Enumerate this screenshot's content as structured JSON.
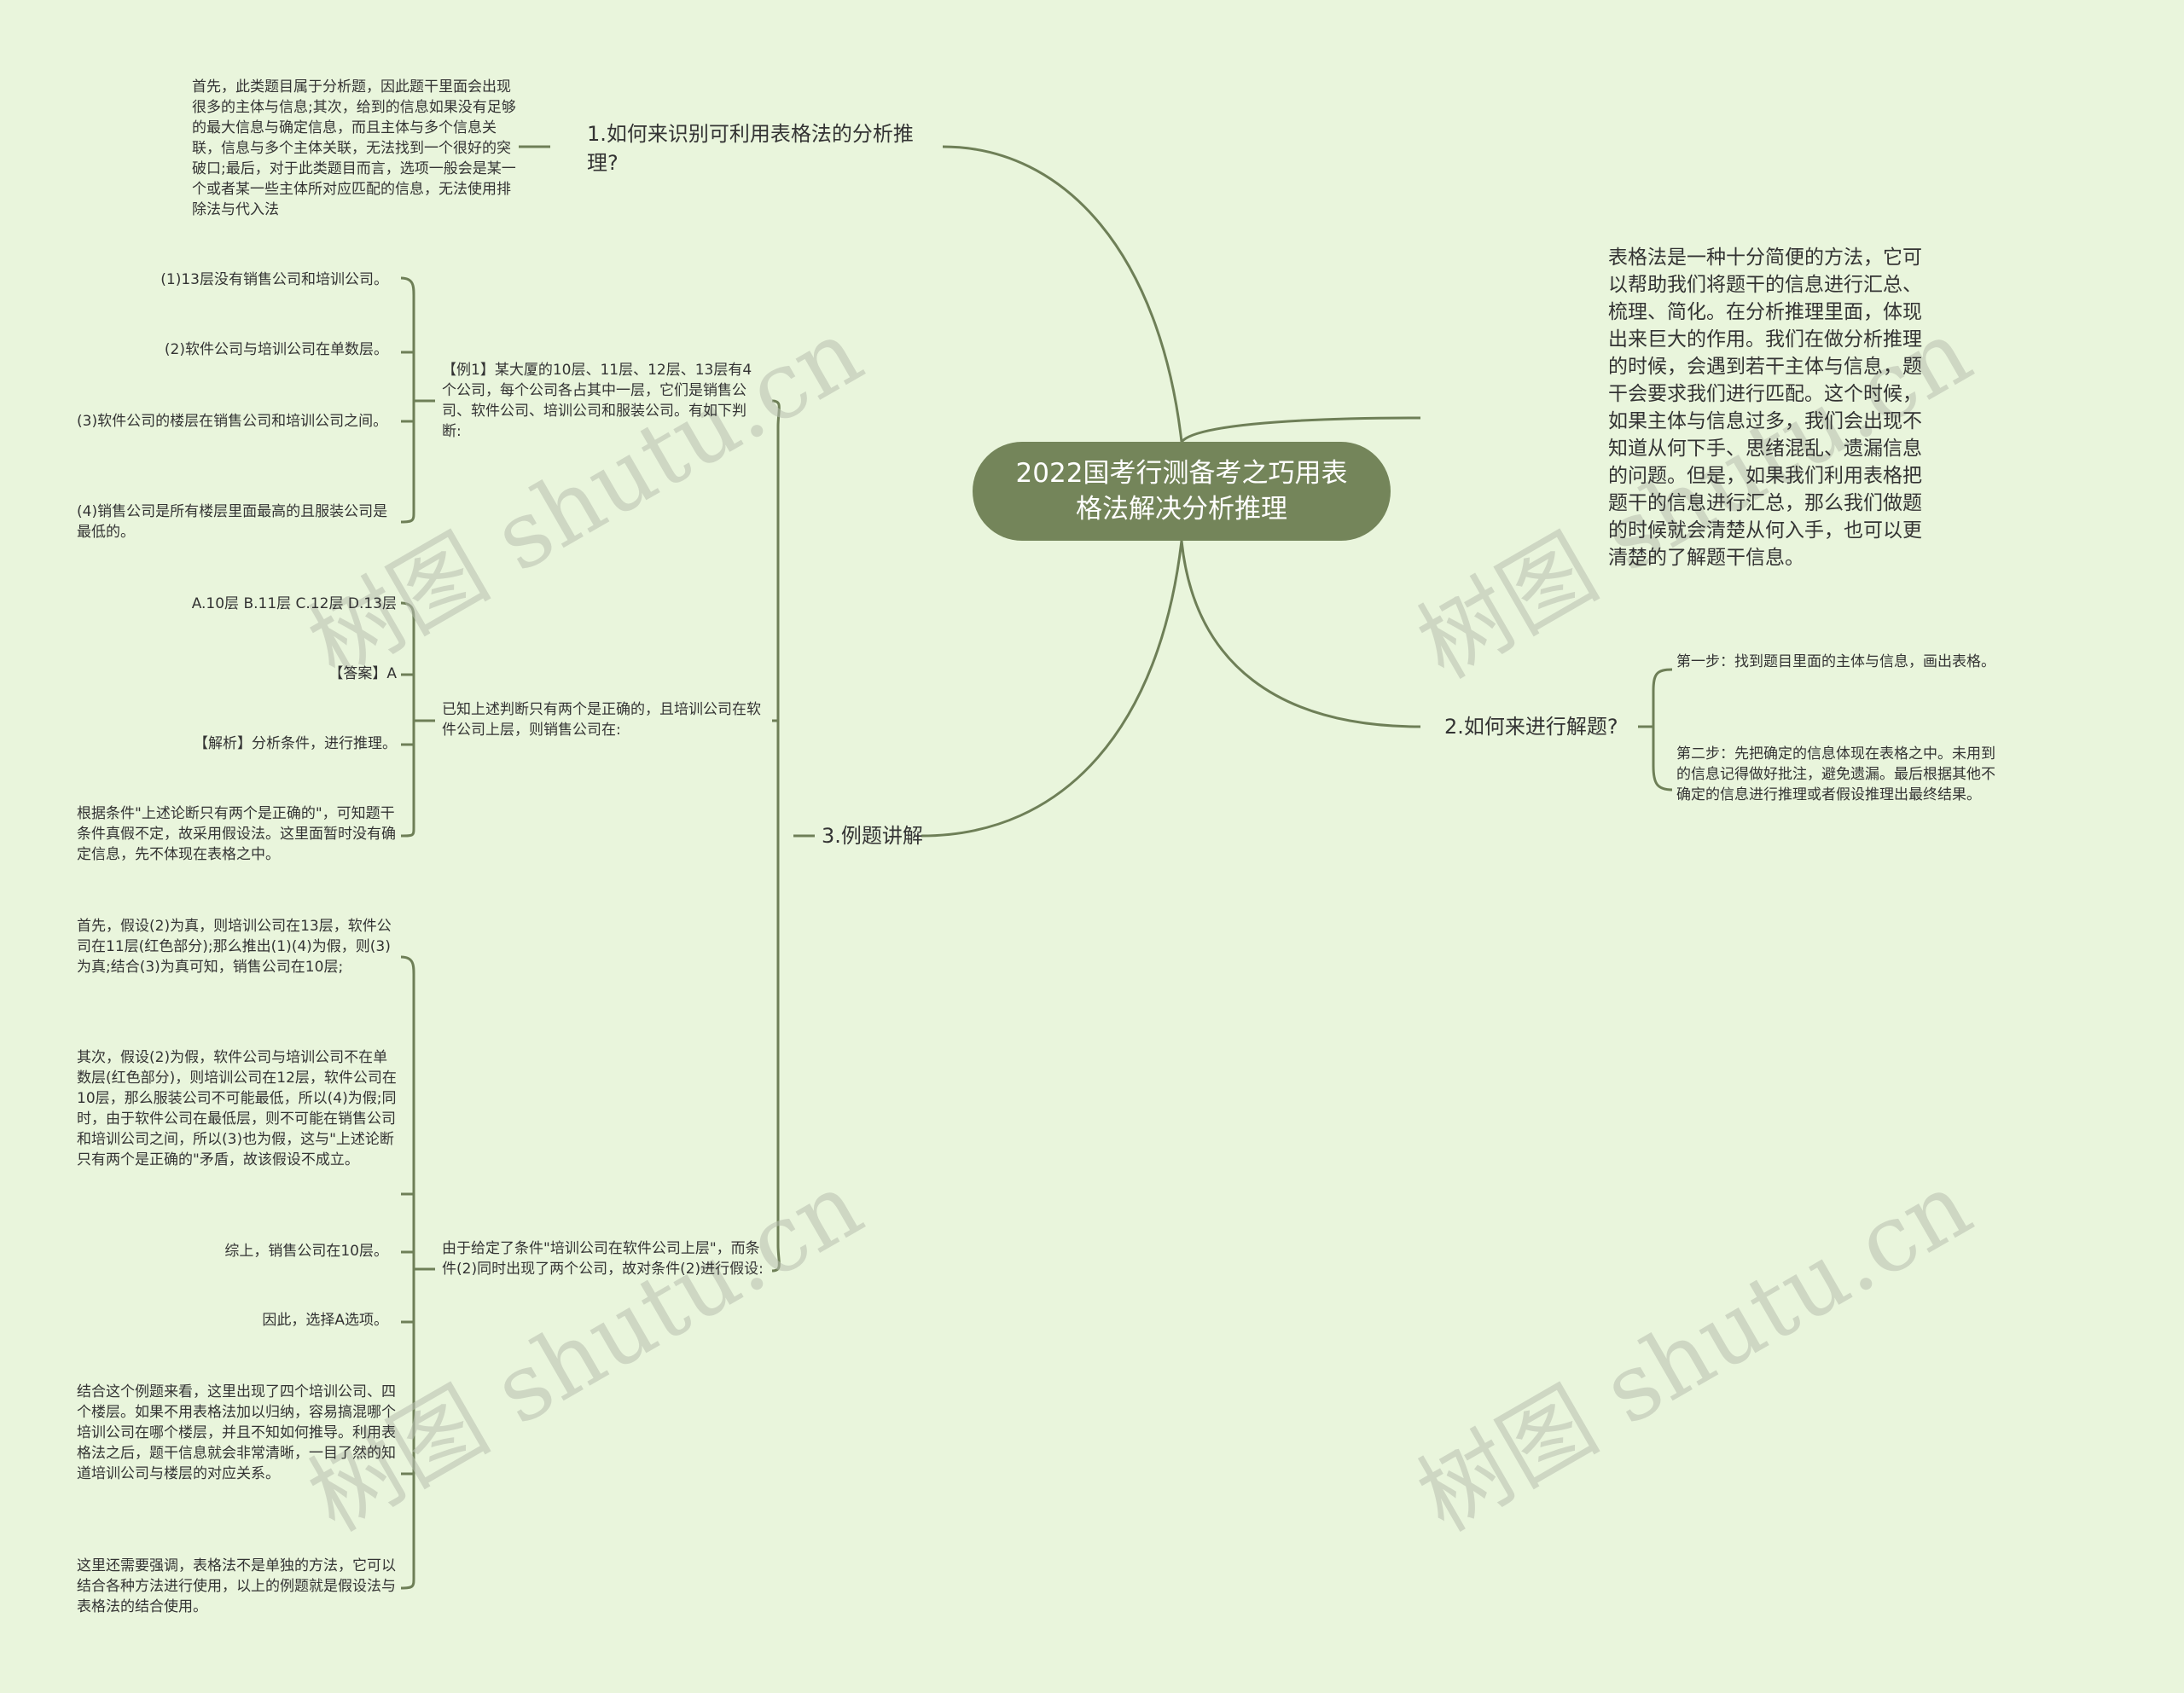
{
  "root": {
    "title": "2022国考行测备考之巧用表格法解决分析推理"
  },
  "watermark": "树图 shutu.cn",
  "right": {
    "description": "表格法是一种十分简便的方法，它可以帮助我们将题干的信息进行汇总、梳理、简化。在分析推理里面，体现出来巨大的作用。我们在做分析推理的时候，会遇到若干主体与信息，题干会要求我们进行匹配。这个时候，如果主体与信息过多，我们会出现不知道从何下手、思绪混乱、遗漏信息的问题。但是，如果我们利用表格把题干的信息进行汇总，那么我们做题的时候就会清楚从何入手，也可以更清楚的了解题干信息。",
    "q2": {
      "label": "2.如何来进行解题?",
      "steps": [
        "第一步：找到题目里面的主体与信息，画出表格。",
        "第二步：先把确定的信息体现在表格之中。未用到的信息记得做好批注，避免遗漏。最后根据其他不确定的信息进行推理或者假设推理出最终结果。"
      ]
    }
  },
  "left": {
    "q1": {
      "label": "1.如何来识别可利用表格法的分析推理?",
      "note": "首先，此类题目属于分析题，因此题干里面会出现很多的主体与信息;其次，给到的信息如果没有足够的最大信息与确定信息，而且主体与多个信息关联，信息与多个主体关联，无法找到一个很好的突破口;最后，对于此类题目而言，选项一般会是某一个或者某一些主体所对应匹配的信息，无法使用排除法与代入法"
    },
    "q3": {
      "label": "3.例题讲解",
      "example": {
        "text": "【例1】某大厦的10层、11层、12层、13层有4个公司，每个公司各占其中一层，它们是销售公司、软件公司、培训公司和服装公司。有如下判断:",
        "items": [
          "(1)13层没有销售公司和培训公司。",
          "(2)软件公司与培训公司在单数层。",
          "(3)软件公司的楼层在销售公司和培训公司之间。",
          "(4)销售公司是所有楼层里面最高的且服装公司是最低的。"
        ]
      },
      "known": {
        "text": "已知上述判断只有两个是正确的，且培训公司在软件公司上层，则销售公司在:",
        "items": [
          "A.10层 B.11层 C.12层 D.13层",
          "【答案】A",
          "【解析】分析条件，进行推理。",
          "根据条件\"上述论断只有两个是正确的\"，可知题干条件真假不定，故采用假设法。这里面暂时没有确定信息，先不体现在表格之中。"
        ]
      },
      "assume": {
        "text": "由于给定了条件\"培训公司在软件公司上层\"，而条件(2)同时出现了两个公司，故对条件(2)进行假设:",
        "items": [
          "首先，假设(2)为真，则培训公司在13层，软件公司在11层(红色部分);那么推出(1)(4)为假，则(3)为真;结合(3)为真可知，销售公司在10层;",
          "其次，假设(2)为假，软件公司与培训公司不在单数层(红色部分)，则培训公司在12层，软件公司在10层，那么服装公司不可能最低，所以(4)为假;同时，由于软件公司在最低层，则不可能在销售公司和培训公司之间，所以(3)也为假，这与\"上述论断只有两个是正确的\"矛盾，故该假设不成立。",
          "综上，销售公司在10层。",
          "因此，选择A选项。",
          "结合这个例题来看，这里出现了四个培训公司、四个楼层。如果不用表格法加以归纳，容易搞混哪个培训公司在哪个楼层，并且不知如何推导。利用表格法之后，题干信息就会非常清晰，一目了然的知道培训公司与楼层的对应关系。",
          "这里还需要强调，表格法不是单独的方法，它可以结合各种方法进行使用，以上的例题就是假设法与表格法的结合使用。"
        ]
      }
    }
  }
}
